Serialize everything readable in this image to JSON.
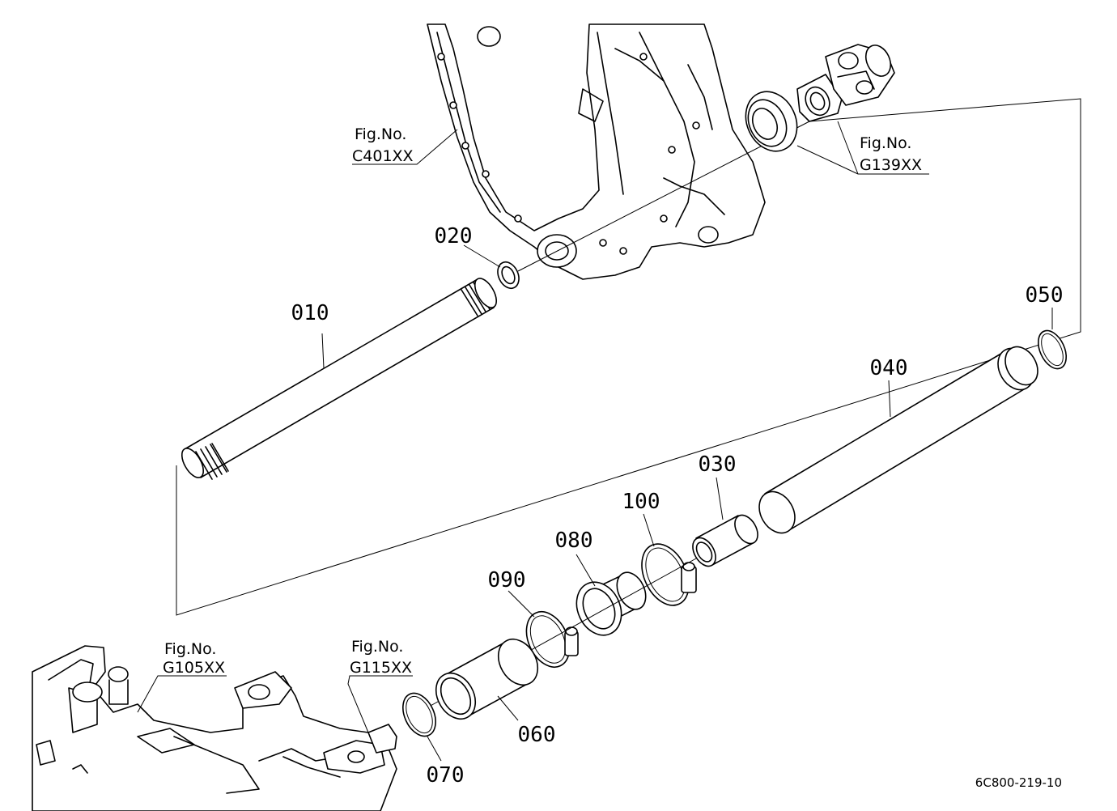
{
  "diagram": {
    "drawing_code": "6C800-219-10",
    "parts": [
      {
        "id": "part-010",
        "label": "010"
      },
      {
        "id": "part-020",
        "label": "020"
      },
      {
        "id": "part-030",
        "label": "030"
      },
      {
        "id": "part-040",
        "label": "040"
      },
      {
        "id": "part-050",
        "label": "050"
      },
      {
        "id": "part-060",
        "label": "060"
      },
      {
        "id": "part-070",
        "label": "070"
      },
      {
        "id": "part-080",
        "label": "080"
      },
      {
        "id": "part-090",
        "label": "090"
      },
      {
        "id": "part-100",
        "label": "100"
      }
    ],
    "figure_refs": [
      {
        "caption": "Fig.No.",
        "number": "C401XX"
      },
      {
        "caption": "Fig.No.",
        "number": "G139XX"
      },
      {
        "caption": "Fig.No.",
        "number": "G105XX"
      },
      {
        "caption": "Fig.No.",
        "number": "G115XX"
      }
    ]
  }
}
